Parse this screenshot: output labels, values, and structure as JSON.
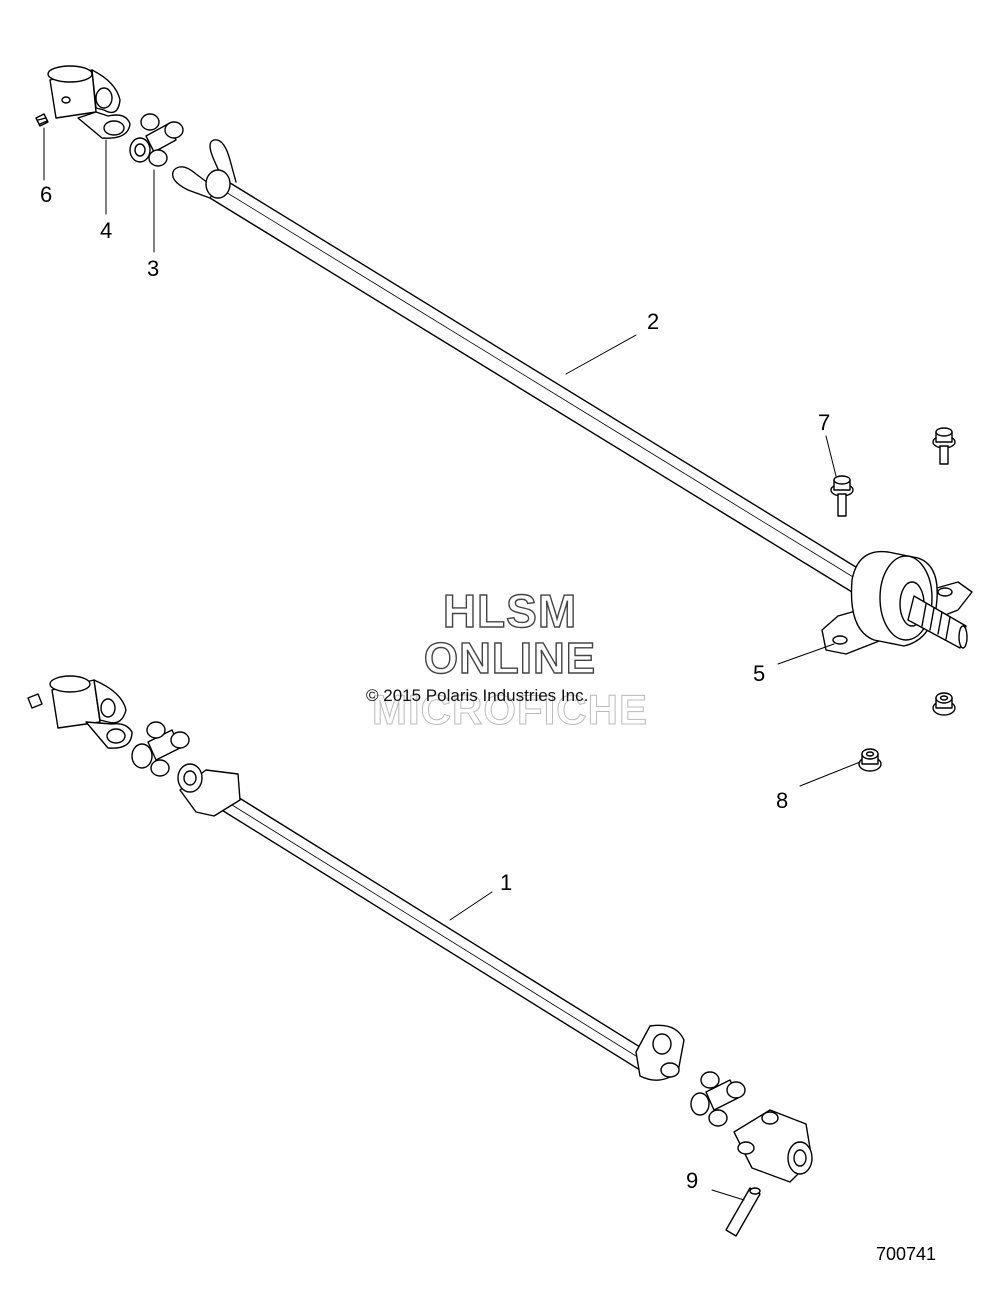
{
  "callouts": [
    "1",
    "2",
    "3",
    "4",
    "5",
    "6",
    "7",
    "8",
    "9"
  ],
  "watermark": {
    "line1": "HLSM",
    "line2": "ONLINE",
    "line3": "MICROFICHE",
    "copyright": "© 2015 Polaris Industries Inc."
  },
  "figure_number": "700741"
}
